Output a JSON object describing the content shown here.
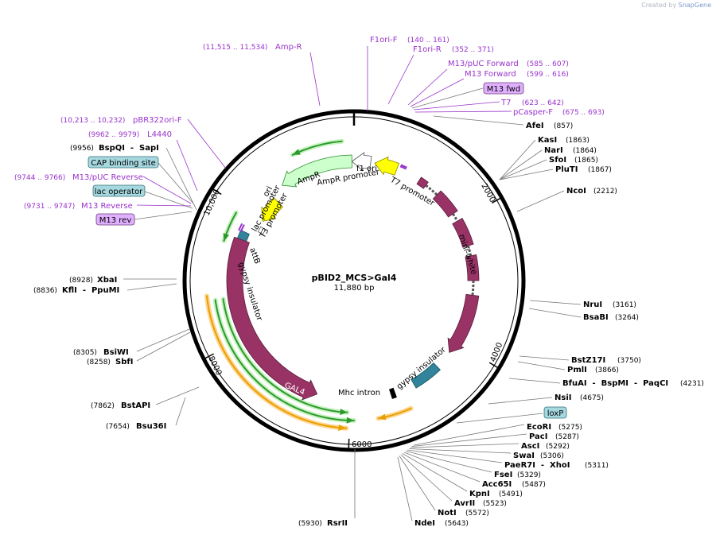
{
  "credit": {
    "prefix": "Created by",
    "brand": "SnapGene"
  },
  "plasmid": {
    "name": "pBID2_MCS>Gal4",
    "size": "11,880 bp",
    "length": 11880
  },
  "ticks": [
    "2000",
    "4000",
    "6000",
    "8000",
    "10,000"
  ],
  "features": [
    {
      "label": "f1 ori",
      "color": "#ffff00"
    },
    {
      "label": "AmpR promoter",
      "color": "#ffffff"
    },
    {
      "label": "AmpR",
      "color": "#ccffcc"
    },
    {
      "label": "ori",
      "color": "#ffff00"
    },
    {
      "label": "lac promoter",
      "color": "#ffffff"
    },
    {
      "label": "T3 promoter",
      "color": "#ffffff"
    },
    {
      "label": "T7 promoter",
      "color": "#ffffff"
    },
    {
      "label": "mini-white",
      "color": "#993366"
    },
    {
      "label": "attB",
      "color": "#ffffff"
    },
    {
      "label": "gypsy insulator",
      "color": "#31849b"
    },
    {
      "label": "gypsy insulator",
      "color": "#31849b"
    },
    {
      "label": "GAL4",
      "color": "#993366"
    },
    {
      "label": "Mhc intron",
      "color": "#000000"
    }
  ],
  "enzymes": [
    {
      "name": "AfeI",
      "pos": "(857)"
    },
    {
      "name": "KasI",
      "pos": "(1863)"
    },
    {
      "name": "NarI",
      "pos": "(1864)"
    },
    {
      "name": "SfoI",
      "pos": "(1865)"
    },
    {
      "name": "PluTI",
      "pos": "(1867)"
    },
    {
      "name": "NcoI",
      "pos": "(2212)"
    },
    {
      "name": "NruI",
      "pos": "(3161)"
    },
    {
      "name": "BsaBI",
      "pos": "(3264)"
    },
    {
      "name": "BstZ17I",
      "pos": "(3750)"
    },
    {
      "name": "PmlI",
      "pos": "(3866)"
    },
    {
      "name": "BfuAI  -  BspMI  -  PaqCI",
      "pos": "(4231)"
    },
    {
      "name": "NsiI",
      "pos": "(4675)"
    },
    {
      "name": "EcoRI",
      "pos": "(5275)"
    },
    {
      "name": "PacI",
      "pos": "(5287)"
    },
    {
      "name": "AscI",
      "pos": "(5292)"
    },
    {
      "name": "SwaI",
      "pos": "(5306)"
    },
    {
      "name": "PaeR7I  -  XhoI",
      "pos": "(5311)"
    },
    {
      "name": "FseI",
      "pos": "(5329)"
    },
    {
      "name": "Acc65I",
      "pos": "(5487)"
    },
    {
      "name": "KpnI",
      "pos": "(5491)"
    },
    {
      "name": "AvrII",
      "pos": "(5523)"
    },
    {
      "name": "NotI",
      "pos": "(5572)"
    },
    {
      "name": "NdeI",
      "pos": "(5643)"
    },
    {
      "name": "RsrII",
      "pos": "(5930)"
    },
    {
      "name": "Bsu36I",
      "pos": "(7654)"
    },
    {
      "name": "BstAPI",
      "pos": "(7862)"
    },
    {
      "name": "SbfI",
      "pos": "(8258)"
    },
    {
      "name": "BsiWI",
      "pos": "(8305)"
    },
    {
      "name": "KflI  -  PpuMI",
      "pos": "(8836)"
    },
    {
      "name": "XbaI",
      "pos": "(8928)"
    },
    {
      "name": "BspQI  -  SapI",
      "pos": "(9956)"
    }
  ],
  "primers": [
    {
      "name": "F1ori-F",
      "pos": "(140 .. 161)"
    },
    {
      "name": "F1ori-R",
      "pos": "(352 .. 371)"
    },
    {
      "name": "M13/pUC Forward",
      "pos": "(585 .. 607)"
    },
    {
      "name": "M13 Forward",
      "pos": "(599 .. 616)"
    },
    {
      "name": "T7",
      "pos": "(623 .. 642)"
    },
    {
      "name": "pCasper-F",
      "pos": "(675 .. 693)"
    },
    {
      "name": "Amp-R",
      "pos": "(11,515 .. 11,534)"
    },
    {
      "name": "pBR322ori-F",
      "pos": "(10,213 .. 10,232)"
    },
    {
      "name": "L4440",
      "pos": "(9962 .. 9979)"
    },
    {
      "name": "M13/pUC Reverse",
      "pos": "(9744 .. 9766)"
    },
    {
      "name": "M13 Reverse",
      "pos": "(9731 .. 9747)"
    }
  ],
  "boxes": [
    {
      "label": "M13 fwd",
      "color": "#e0b0ff"
    },
    {
      "label": "CAP binding site",
      "color": "#a6d8e0"
    },
    {
      "label": "lac operator",
      "color": "#a6d8e0"
    },
    {
      "label": "M13 rev",
      "color": "#e0b0ff"
    },
    {
      "label": "loxP",
      "color": "#a6d8e0"
    }
  ]
}
